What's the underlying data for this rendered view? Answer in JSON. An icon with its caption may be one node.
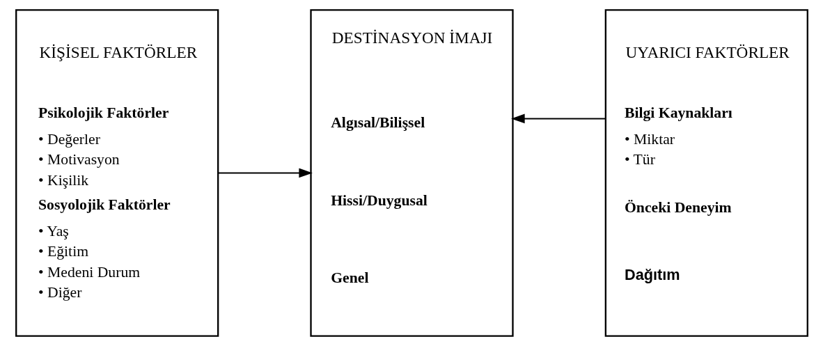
{
  "diagram": {
    "nodes": [
      {
        "text": [
          "KİŞİSEL FAKTÖRLER",
          "Psikolojik Faktörler",
          "• Değerler",
          "• Motivasyon",
          "• Kişilik",
          "Sosyolojik Faktörler",
          "• Yaş",
          "• Eğitim",
          "• Medeni Durum",
          "• Diğer"
        ]
      },
      {
        "text": [
          "DESTİNASYON İMAJI",
          "Algısal/Bilişsel",
          "Hissi/Duygusal",
          "Genel"
        ]
      },
      {
        "text": [
          "UYARICI FAKTÖRLER",
          "Bilgi Kaynakları",
          "• Miktar",
          "• Tür",
          "Önceki Deneyim",
          "Dağıtım"
        ]
      }
    ],
    "edges": [
      {
        "from": 0,
        "to": 1,
        "arrow": "to"
      },
      {
        "from": 2,
        "to": 1,
        "arrow": "to"
      }
    ]
  }
}
